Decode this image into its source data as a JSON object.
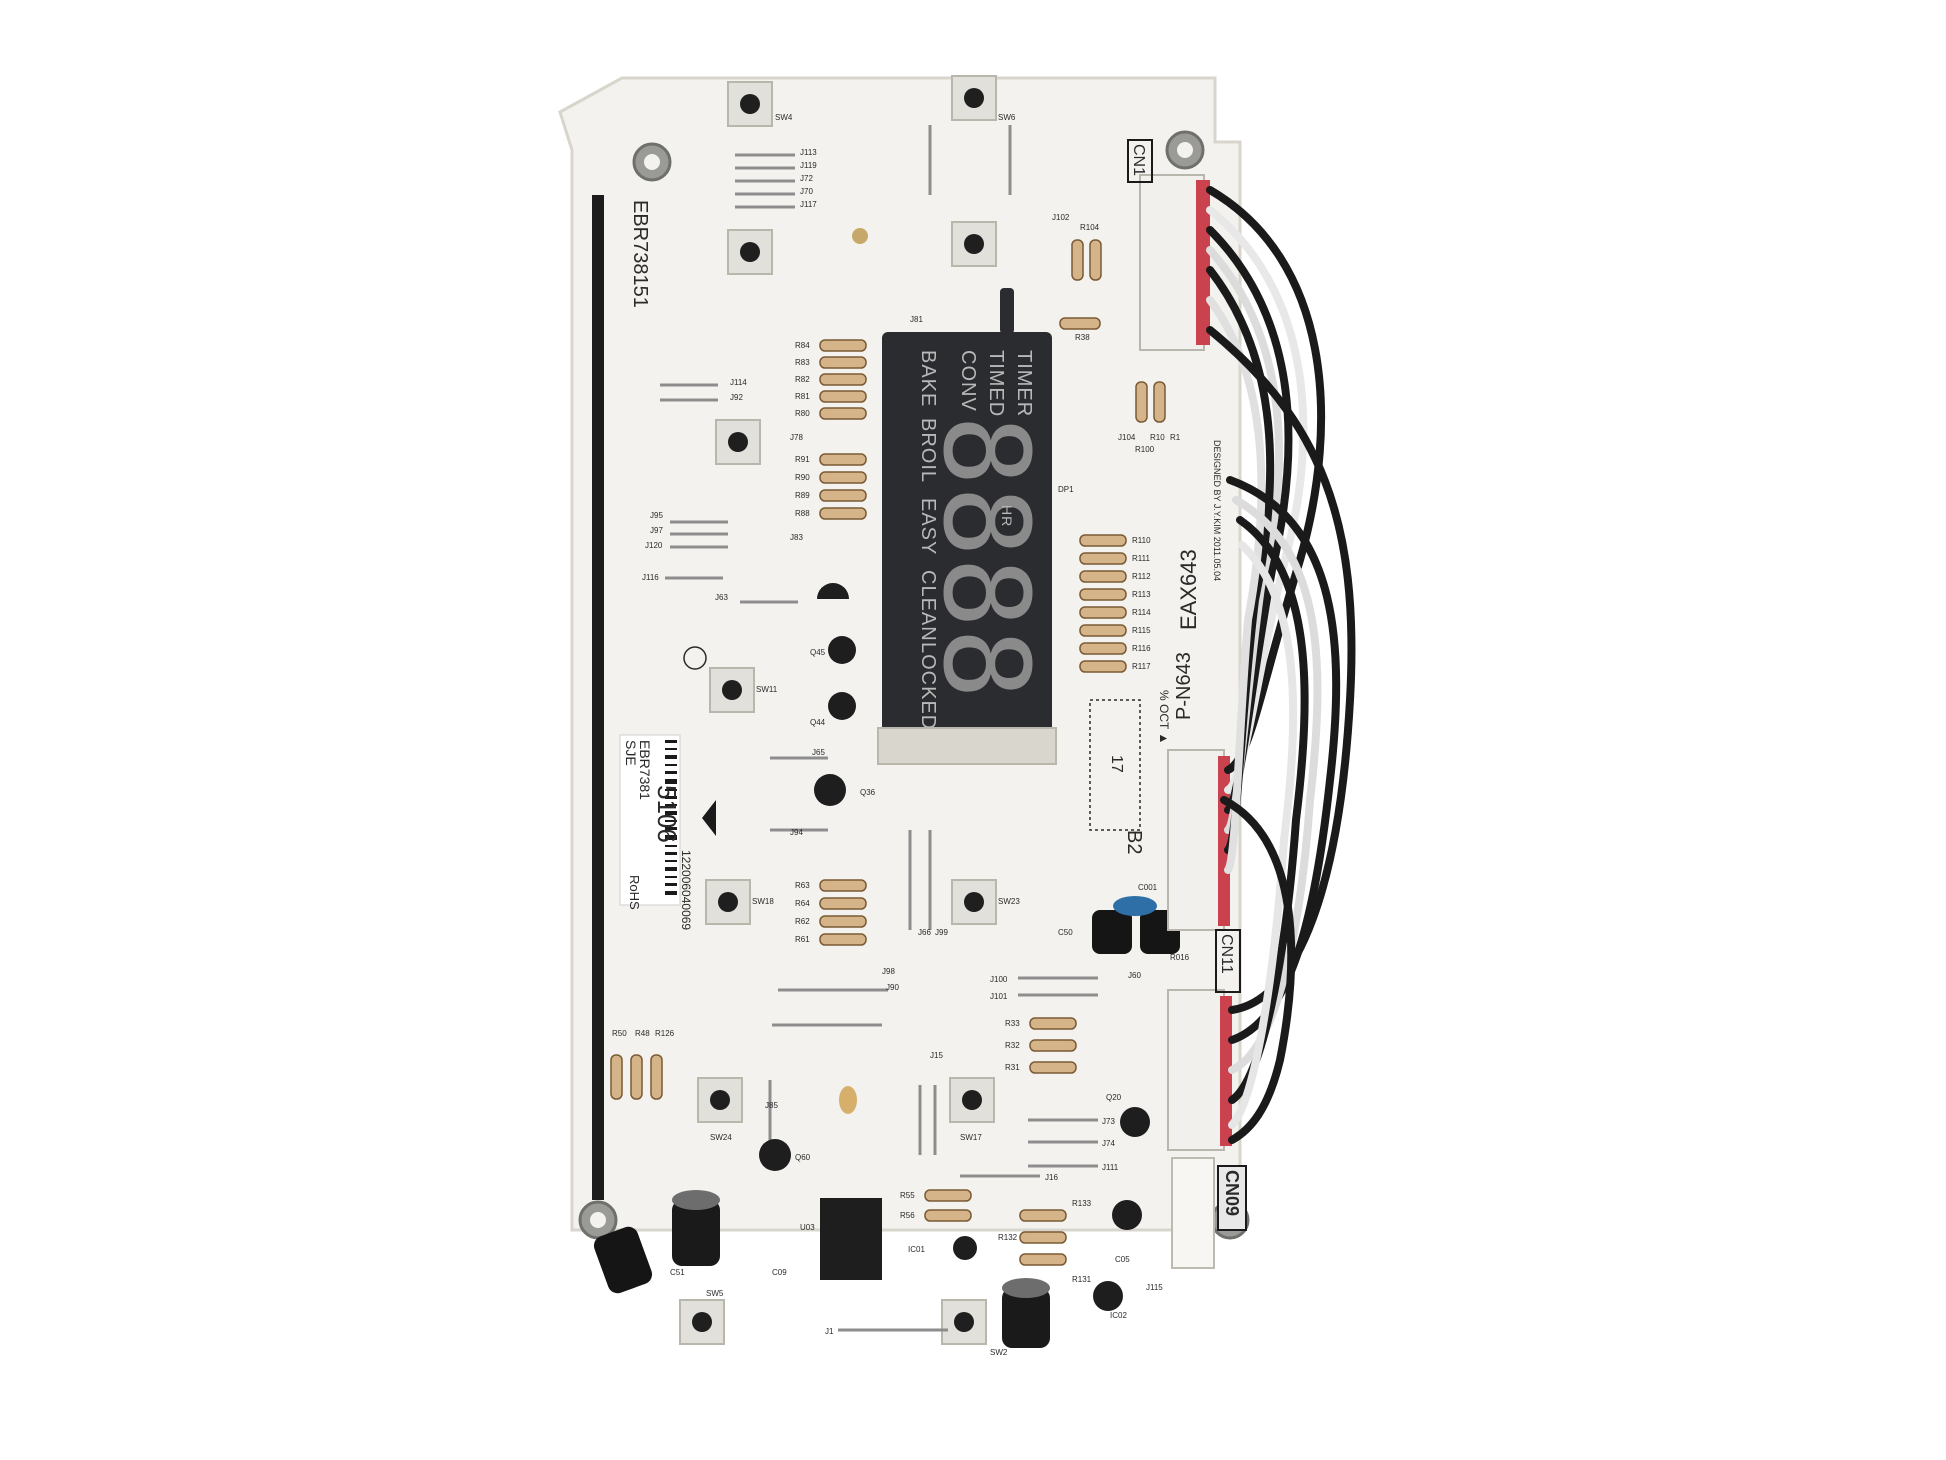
{
  "board": {
    "part_number": "EBR738151",
    "label_code": "EBR7381",
    "label_sub": "SJE",
    "label_big": "5106",
    "label_serial": "122006040069",
    "label_rohs": "RoHS",
    "assembly": "EAX643",
    "pcb": "P-N643",
    "date_code": "% OCT ▲",
    "designer": "DESIGNED BY J.Y.KIM 2011.05.04",
    "grid_num": "17",
    "grid_tag": "B2"
  },
  "display": {
    "labels_row1": [
      "TIMER",
      "TIMED",
      "CONV"
    ],
    "labels_row2": [
      "BAKE",
      "BROIL",
      "EASY",
      "CLEAN",
      "LOCKED"
    ],
    "digits": "8888",
    "hr_label": "HR"
  },
  "connectors": {
    "cn1": "CN1",
    "cn11": "CN11",
    "cn09": "CN09"
  },
  "refs": {
    "jumpers_top": [
      "J113",
      "J119",
      "J72",
      "J70",
      "J117"
    ],
    "resistors_left": [
      "R84",
      "R83",
      "R82",
      "R81",
      "R80"
    ],
    "resistors_left2": [
      "R91",
      "R90",
      "R89",
      "R88"
    ],
    "resistors_right": [
      "R110",
      "R111",
      "R112",
      "R113",
      "R114",
      "R115",
      "R116",
      "R117"
    ],
    "resistors_mid": [
      "R63",
      "R64",
      "R62",
      "R61"
    ],
    "resistors_low": [
      "R33",
      "R32",
      "R31"
    ],
    "resistors_bl": [
      "R50",
      "R48",
      "R126"
    ],
    "resistors_bc": [
      "R55",
      "R56"
    ],
    "resistors_br": [
      "R133",
      "R132",
      "R131"
    ],
    "jumpers_left": [
      "J114",
      "J92",
      "J95",
      "J97",
      "J120",
      "J116",
      "J63",
      "J65",
      "J94"
    ],
    "jumpers_low": [
      "J100",
      "J101",
      "J73",
      "J74",
      "J111",
      "J16",
      "J1",
      "J60",
      "J98",
      "J90",
      "J15"
    ],
    "transistors": [
      "Q45",
      "Q44",
      "Q36",
      "Q60",
      "Q20"
    ],
    "switches": [
      "SW4",
      "SW6",
      "SW11",
      "SW18",
      "SW23",
      "SW24",
      "SW17",
      "SW5",
      "SW2"
    ],
    "misc": [
      "J81",
      "J78",
      "J83",
      "DP1",
      "R38",
      "R1",
      "R10",
      "J104",
      "J102",
      "R100",
      "R104",
      "C09",
      "C51",
      "C05",
      "IC01",
      "IC02",
      "U03",
      "J115",
      "C50",
      "C001",
      "R016",
      "J66",
      "J99",
      "J85"
    ]
  },
  "colors": {
    "pcb": "#f3f2ee",
    "display_body": "#2b2c30",
    "silkscreen": "#2a2a2a",
    "wire_black": "#1a1a1a",
    "wire_white": "#e8e8e8",
    "connector_red": "#c9424d",
    "resistor_body": "#d6b48a"
  }
}
